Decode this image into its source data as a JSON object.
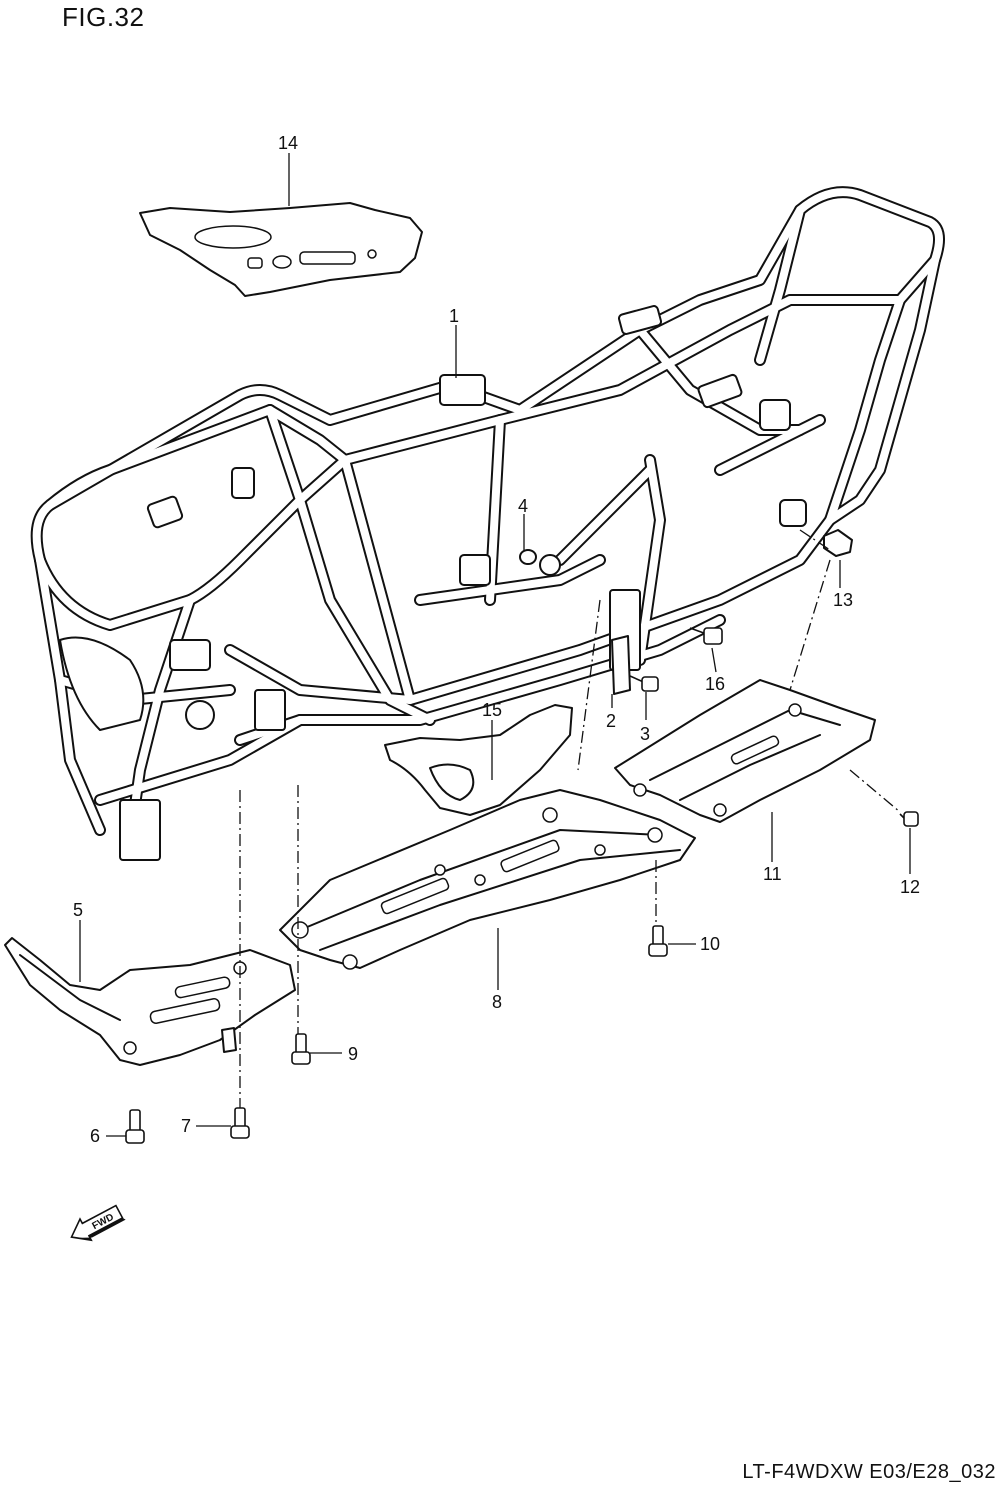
{
  "figure": {
    "title": "FIG.32",
    "code": "LT-F4WDXW E03/E28_032",
    "fwd_label": "FWD"
  },
  "callouts": {
    "c1": "1",
    "c2": "2",
    "c3": "3",
    "c4": "4",
    "c5": "5",
    "c6": "6",
    "c7": "7",
    "c8": "8",
    "c9": "9",
    "c10": "10",
    "c11": "11",
    "c12": "12",
    "c13": "13",
    "c14": "14",
    "c15": "15",
    "c16": "16"
  }
}
